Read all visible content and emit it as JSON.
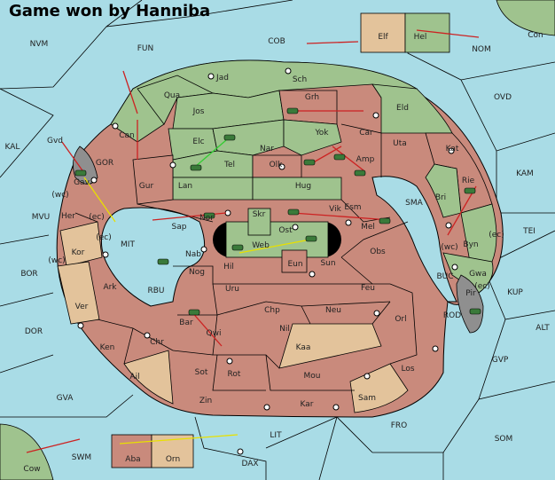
{
  "title": "Game won by Hanniba",
  "colors": {
    "sea": "#a9dce6",
    "land_green": "#9fc38e",
    "land_red": "#c98a7c",
    "land_tan": "#e3c39b",
    "land_gray": "#8f8f8f",
    "border": "#000000",
    "unit": "#3a7a3a",
    "red_arrow": "#cc2222",
    "yellow_arrow": "#e8e000"
  },
  "labels": {
    "NVM": "NVM",
    "FUN": "FUN",
    "COB": "COB",
    "Elf": "Elf",
    "Hel": "Hel",
    "Con": "Con",
    "NOM": "NOM",
    "Jad": "Jad",
    "Sch": "Sch",
    "Qua": "Qua",
    "Jos": "Jos",
    "Grh": "Grh",
    "OVD": "OVD",
    "Eld": "Eld",
    "KAL": "KAL",
    "Gvd": "Gvd",
    "Can": "Can",
    "Elc": "Elc",
    "Nar": "Nar",
    "Yok": "Yok",
    "Car": "Car",
    "Uta": "Uta",
    "Kat": "Kat",
    "Gav": "Gav",
    "GOR": "GOR",
    "Gur": "Gur",
    "Tel": "Tel",
    "Olk": "Olk",
    "Amp": "Amp",
    "KAM": "KAM",
    "Lan": "Lan",
    "Hug": "Hug",
    "Bri": "Bri",
    "Rie": "Rie",
    "SMA": "SMA",
    "wc1": "(wc)",
    "ec1": "(ec)",
    "MVU": "MVU",
    "Her": "Her",
    "Nor": "Nor",
    "Skr": "Skr",
    "Vik": "Vik",
    "Esm": "Esm",
    "Sap": "Sap",
    "Mel": "Mel",
    "Ost": "Ost",
    "TEI": "TEI",
    "ec2": "(ec)",
    "Web": "Web",
    "Byn": "Byn",
    "Kor": "Kor",
    "MIT": "MIT",
    "ec3": "(ec)",
    "Nab": "Nab",
    "Eun": "Eun",
    "Obs": "Obs",
    "wc2": "(wc)",
    "BOR": "BOR",
    "Hil": "Hil",
    "Sun": "Sun",
    "Gwa": "Gwa",
    "ec4": "(ec)",
    "BUC": "BUC",
    "KUP": "KUP",
    "wc3": "(wc)",
    "Ark": "Ark",
    "RBU": "RBU",
    "Nog": "Nog",
    "Uru": "Uru",
    "Feu": "Feu",
    "Pir": "Pir",
    "Ver": "Ver",
    "Chp": "Chp",
    "Neu": "Neu",
    "Orl": "Orl",
    "ROD": "ROD",
    "DOR": "DOR",
    "Bar": "Bar",
    "Qwi": "Qwi",
    "Nil": "Nil",
    "ALT": "ALT",
    "Ken": "Ken",
    "Chr": "Chr",
    "Kaa": "Kaa",
    "GVP": "GVP",
    "Ail": "Ail",
    "Sot": "Sot",
    "Rot": "Rot",
    "Mou": "Mou",
    "Los": "Los",
    "GVA": "GVA",
    "Zin": "Zin",
    "Kar": "Kar",
    "Sam": "Sam",
    "FRO": "FRO",
    "LIT": "LIT",
    "SOM": "SOM",
    "SWM": "SWM",
    "Aba": "Aba",
    "Orn": "Orn",
    "Cow": "Cow",
    "DAX": "DAX"
  }
}
